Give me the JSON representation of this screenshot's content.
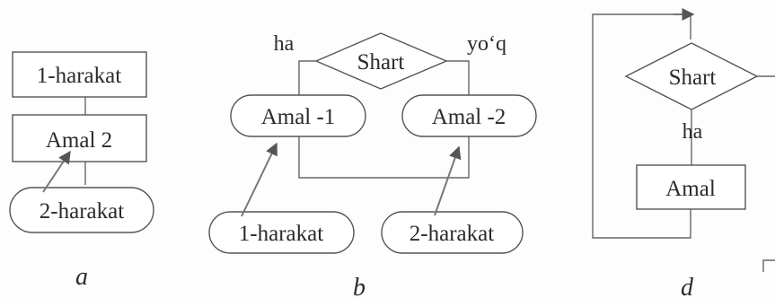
{
  "diagram_a": {
    "top_box": "1-harakat",
    "middle_box": "Amal 2",
    "bottom_oval": "2-harakat",
    "caption": "a"
  },
  "diagram_b": {
    "condition": "Shart",
    "yes_label": "ha",
    "no_label": "yo‘q",
    "action_left": "Amal -1",
    "action_right": "Amal -2",
    "event_left": "1-harakat",
    "event_right": "2-harakat",
    "caption": "b"
  },
  "diagram_d": {
    "condition": "Shart",
    "yes_label": "ha",
    "action": "Amal",
    "caption": "d"
  },
  "colors": {
    "stroke": "#555555",
    "arrow": "#777777",
    "text": "#2b2b2b",
    "background": "#fdfdfd"
  }
}
